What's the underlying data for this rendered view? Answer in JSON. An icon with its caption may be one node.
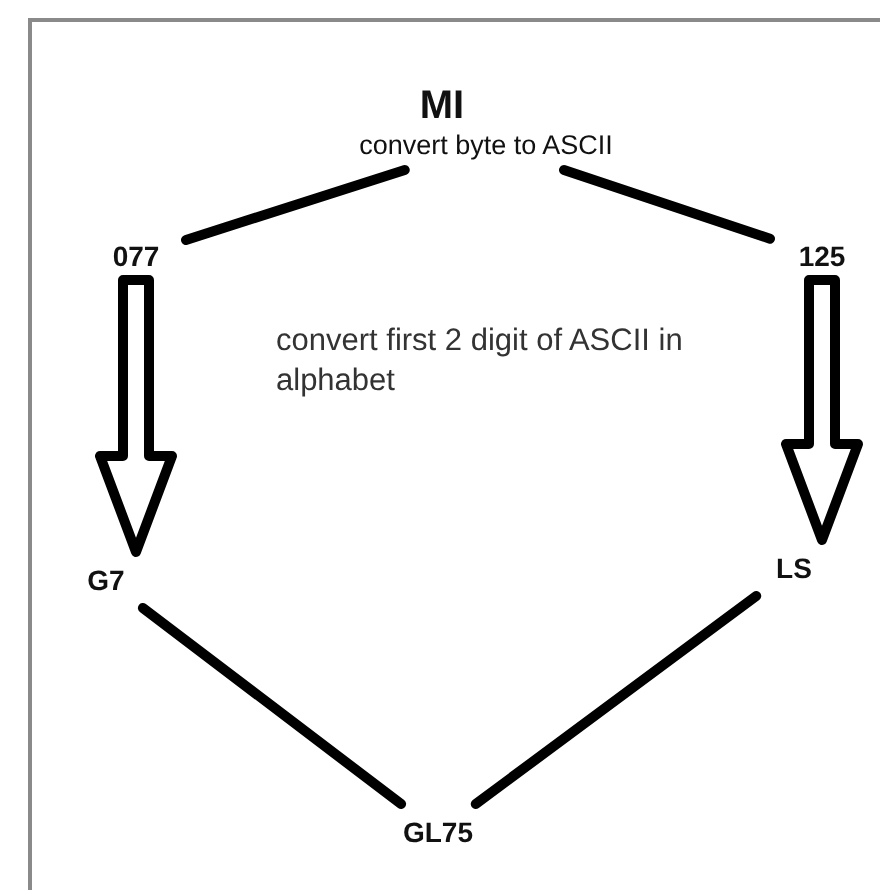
{
  "diagram": {
    "nodes": [
      {
        "text": [
          "MI"
        ]
      },
      {
        "text": [
          "convert byte to ASCII"
        ]
      },
      {
        "text": [
          "077"
        ]
      },
      {
        "text": [
          "125"
        ]
      },
      {
        "text": [
          "G7"
        ]
      },
      {
        "text": [
          "LS"
        ]
      },
      {
        "text": [
          "GL75"
        ]
      }
    ],
    "edges": [
      {
        "from": 1,
        "to": 2,
        "arrow": "none"
      },
      {
        "from": 1,
        "to": 3,
        "arrow": "none"
      },
      {
        "from": 2,
        "to": 4,
        "arrow": "to",
        "style": "thick"
      },
      {
        "from": 3,
        "to": 5,
        "arrow": "to",
        "style": "thick"
      },
      {
        "from": 4,
        "to": 6,
        "arrow": "none"
      },
      {
        "from": 5,
        "to": 6,
        "arrow": "none"
      }
    ],
    "labels": [
      "convert first 2 digit of ASCII in alphabet"
    ]
  }
}
